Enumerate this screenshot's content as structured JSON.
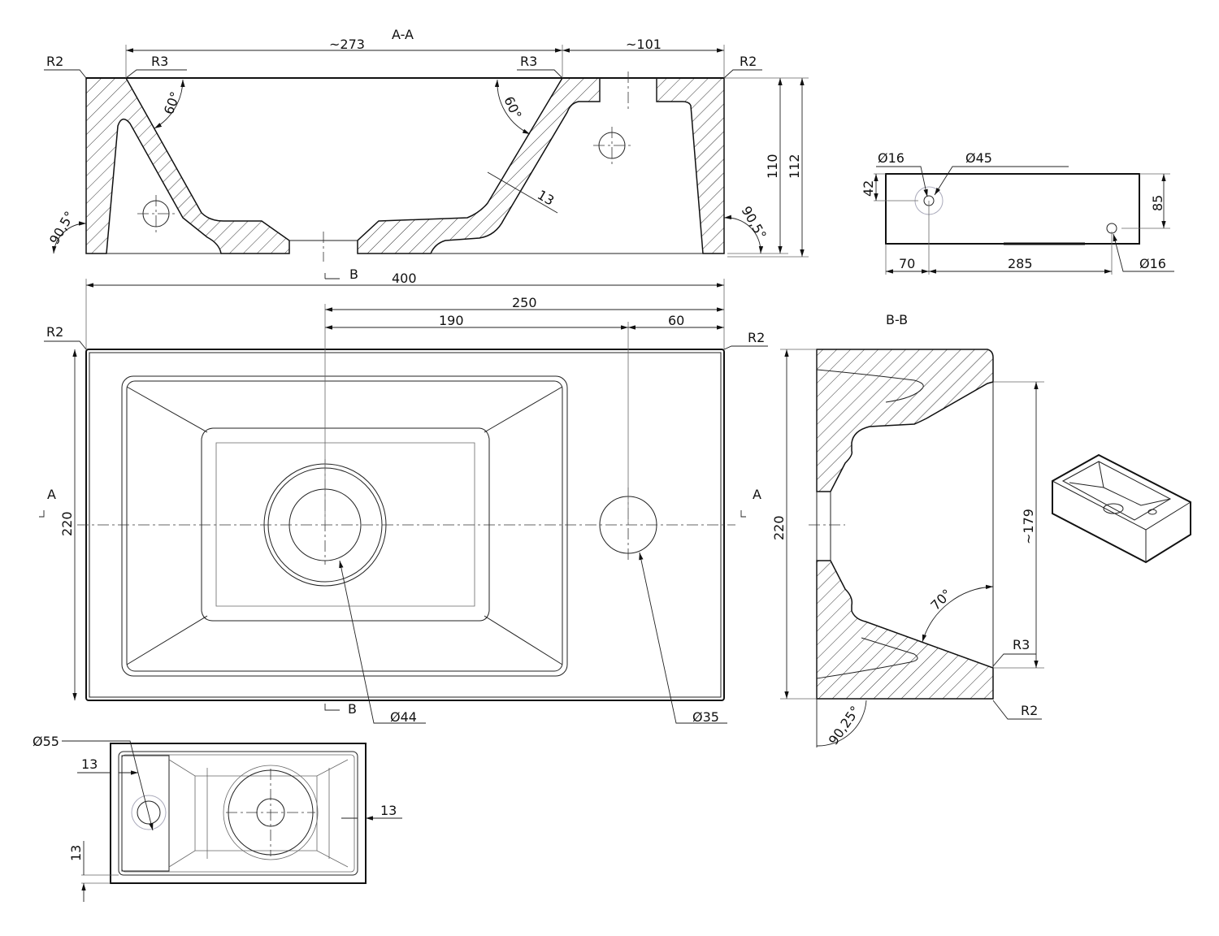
{
  "section_aa": {
    "title": "A-A",
    "dim_273": "~273",
    "dim_101": "~101",
    "r2_left": "R2",
    "r3_left": "R3",
    "r3_right": "R3",
    "r2_right": "R2",
    "dim_110": "110",
    "dim_112": "112",
    "angle_60_left": "60°",
    "angle_60_right": "60°",
    "angle_90_5_left": "90,5°",
    "angle_90_5_right": "90,5°",
    "dim_13": "13"
  },
  "plan_view": {
    "section_b_top": "B",
    "section_b_bottom": "B",
    "section_a_left": "A",
    "section_a_right": "A",
    "dim_400": "400",
    "dim_250": "250",
    "dim_190": "190",
    "dim_60": "60",
    "dim_220": "220",
    "r2_left": "R2",
    "r2_right": "R2",
    "dia_44": "Ø44",
    "dia_35": "Ø35"
  },
  "section_bb": {
    "title": "B-B",
    "dim_220": "220",
    "dim_179": "~179",
    "angle_70": "70°",
    "r3": "R3",
    "r2": "R2",
    "angle_90_25": "90,25°"
  },
  "side_view": {
    "dia_16_top": "Ø16",
    "dia_45": "Ø45",
    "dim_42": "42",
    "dim_85": "85",
    "dim_70": "70",
    "dim_285": "285",
    "dia_16_bottom": "Ø16"
  },
  "bottom_view": {
    "dia_55": "Ø55",
    "dim_13_left": "13",
    "dim_13_right": "13",
    "dim_13_bottom": "13"
  }
}
